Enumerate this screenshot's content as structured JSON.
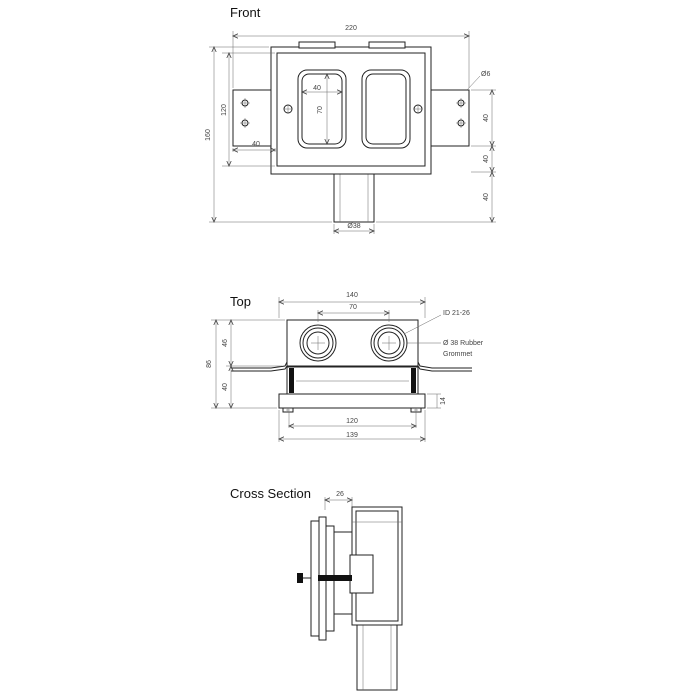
{
  "views": {
    "front": {
      "title": "Front",
      "dims": {
        "overall_width": "220",
        "width_40_top": "40",
        "height_70": "70",
        "height_120": "120",
        "height_160": "160",
        "tab_width_40": "40",
        "hole_dia": "Ø6",
        "right_40_a": "40",
        "right_40_b": "40",
        "right_40_c": "40",
        "pipe_dia": "Ø38"
      }
    },
    "top": {
      "title": "Top",
      "dims": {
        "width_140": "140",
        "spacing_70": "70",
        "height_86": "86",
        "height_46": "46",
        "height_40": "40",
        "thickness_14": "14",
        "width_120": "120",
        "width_139": "139"
      },
      "notes": {
        "inner_dia": "ID 21-26",
        "grommet_line1": "Ø 38 Rubber",
        "grommet_line2": "Grommet"
      }
    },
    "cross_section": {
      "title": "Cross Section",
      "dims": {
        "depth_26": "26"
      }
    }
  }
}
